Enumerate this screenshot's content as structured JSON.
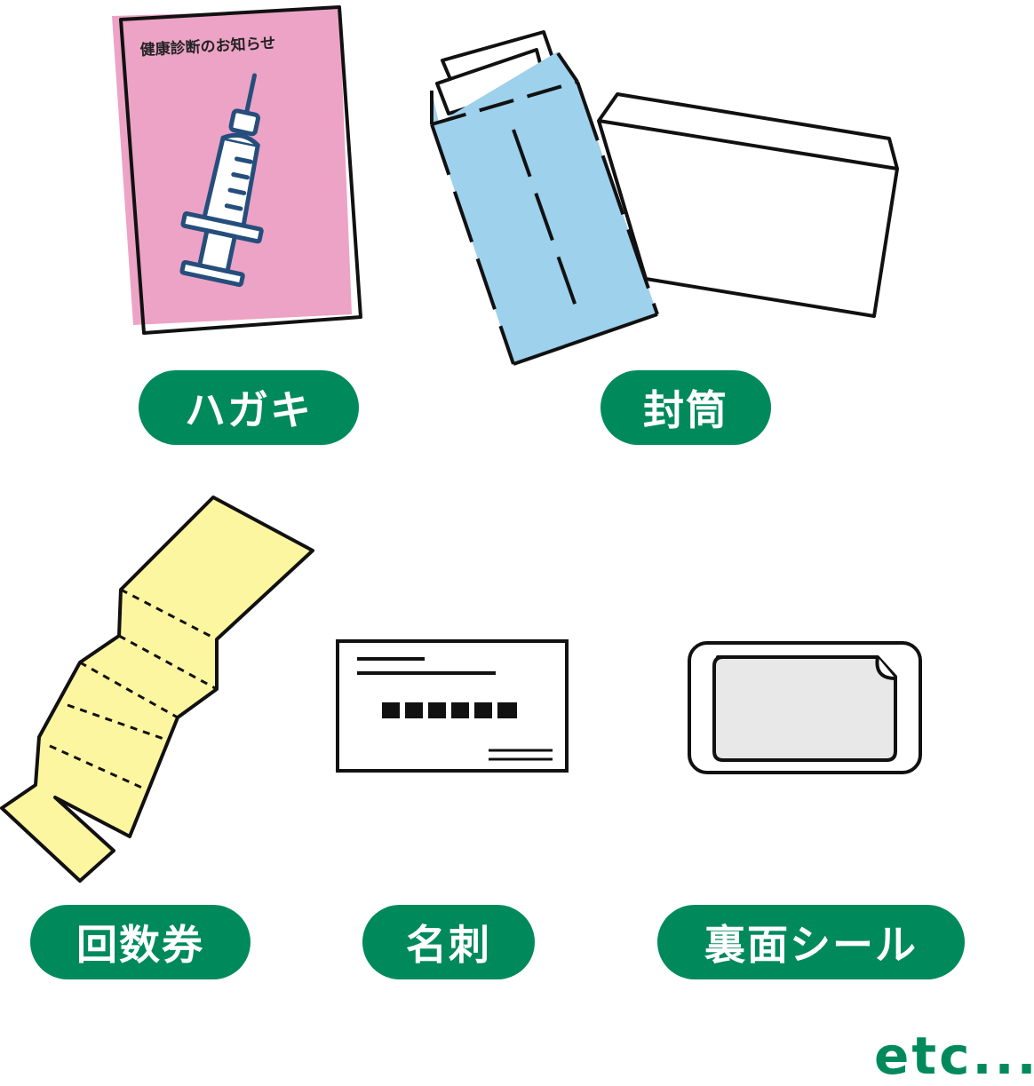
{
  "colors": {
    "label_bg": "#008a5c",
    "label_text": "#ffffff",
    "postcard": "#eca3c6",
    "envelope_blue": "#9dd1ec",
    "ticket_yellow": "#fdf6a0",
    "sticker_gray": "#e8e8e8",
    "syringe_blue": "#254e7c"
  },
  "postcard": {
    "title": "健康診断のお知らせ",
    "icon": "syringe-icon",
    "label": "ハガキ"
  },
  "envelope": {
    "icon": "envelope-icon",
    "label": "封筒"
  },
  "ticket": {
    "icon": "ticket-strip-icon",
    "label": "回数券"
  },
  "business_card": {
    "icon": "business-card-icon",
    "label": "名刺"
  },
  "sticker": {
    "icon": "sticker-icon",
    "label": "裏面シール"
  },
  "etc_text": "etc..."
}
